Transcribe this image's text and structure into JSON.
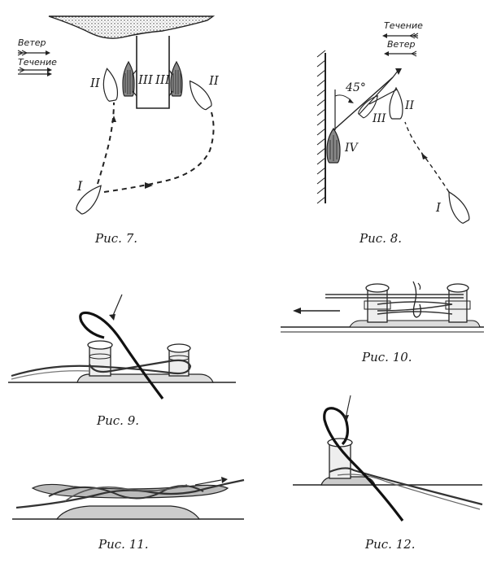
{
  "fig7": {
    "caption": "Рис. 7.",
    "wind": "Ветер",
    "current": "Течение",
    "labels": {
      "I": "I",
      "II_left": "II",
      "III_left": "III",
      "III_right": "III",
      "II_right": "II"
    }
  },
  "fig8": {
    "caption": "Рис. 8.",
    "current": "Течение",
    "wind": "Ветер",
    "angle": "45°",
    "labels": {
      "I": "I",
      "II": "II",
      "III": "III",
      "IV": "IV"
    }
  },
  "fig9": {
    "caption": "Рис. 9."
  },
  "fig10": {
    "caption": "Рис. 10."
  },
  "fig11": {
    "caption": "Рис. 11."
  },
  "fig12": {
    "caption": "Рис. 12."
  }
}
